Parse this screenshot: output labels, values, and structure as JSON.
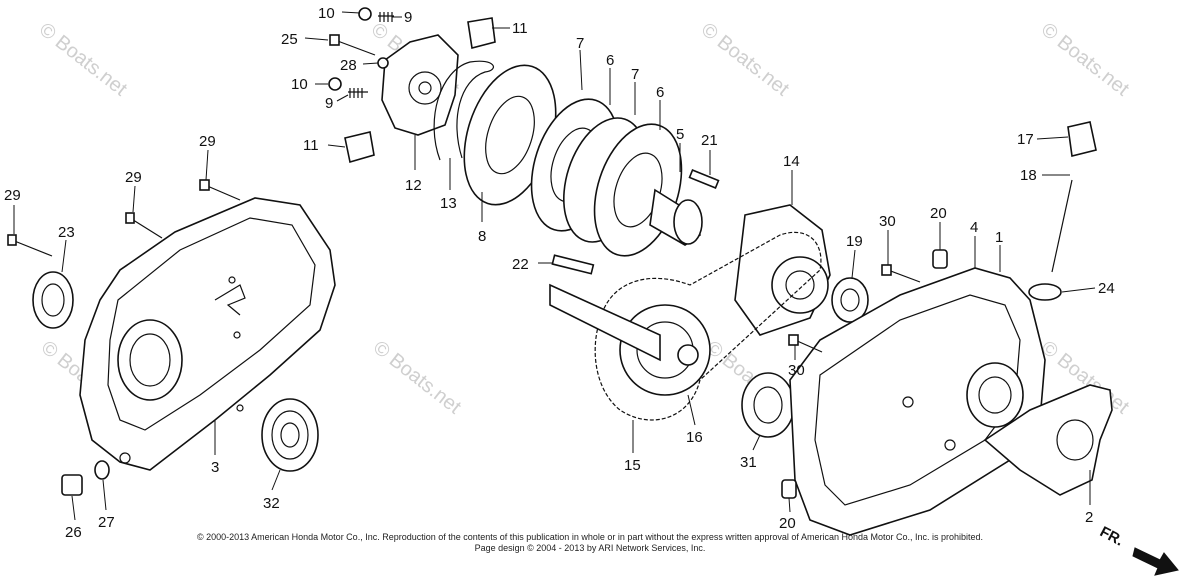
{
  "watermarks": [
    "© Boats.net",
    "© Boats.net",
    "© Boats.net",
    "© Boats.net",
    "© Boats.net",
    "© Boats.net",
    "© Boats.net",
    "© Boats.net"
  ],
  "callouts": [
    {
      "id": "c10a",
      "text": "10"
    },
    {
      "id": "c9a",
      "text": "9"
    },
    {
      "id": "c11a",
      "text": "11"
    },
    {
      "id": "c25",
      "text": "25"
    },
    {
      "id": "c28",
      "text": "28"
    },
    {
      "id": "c10b",
      "text": "10"
    },
    {
      "id": "c9b",
      "text": "9"
    },
    {
      "id": "c11b",
      "text": "11"
    },
    {
      "id": "c12",
      "text": "12"
    },
    {
      "id": "c13",
      "text": "13"
    },
    {
      "id": "c8",
      "text": "8"
    },
    {
      "id": "c7a",
      "text": "7"
    },
    {
      "id": "c6a",
      "text": "6"
    },
    {
      "id": "c7b",
      "text": "7"
    },
    {
      "id": "c6b",
      "text": "6"
    },
    {
      "id": "c5",
      "text": "5"
    },
    {
      "id": "c21",
      "text": "21"
    },
    {
      "id": "c14",
      "text": "14"
    },
    {
      "id": "c29a",
      "text": "29"
    },
    {
      "id": "c29b",
      "text": "29"
    },
    {
      "id": "c29c",
      "text": "29"
    },
    {
      "id": "c23",
      "text": "23"
    },
    {
      "id": "c22",
      "text": "22"
    },
    {
      "id": "c19",
      "text": "19"
    },
    {
      "id": "c30a",
      "text": "30"
    },
    {
      "id": "c20a",
      "text": "20"
    },
    {
      "id": "c4",
      "text": "4"
    },
    {
      "id": "c1",
      "text": "1"
    },
    {
      "id": "c17",
      "text": "17"
    },
    {
      "id": "c18",
      "text": "18"
    },
    {
      "id": "c24",
      "text": "24"
    },
    {
      "id": "c30b",
      "text": "30"
    },
    {
      "id": "c3",
      "text": "3"
    },
    {
      "id": "c32",
      "text": "32"
    },
    {
      "id": "c26",
      "text": "26"
    },
    {
      "id": "c27",
      "text": "27"
    },
    {
      "id": "c15",
      "text": "15"
    },
    {
      "id": "c16",
      "text": "16"
    },
    {
      "id": "c31",
      "text": "31"
    },
    {
      "id": "c20b",
      "text": "20"
    },
    {
      "id": "c2",
      "text": "2"
    }
  ],
  "direction_label": "FR.",
  "copyright": {
    "line1": "© 2000-2013 American Honda Motor Co., Inc. Reproduction of the contents of this publication in whole or in part without the express written approval of American Honda Motor Co., Inc. is prohibited.",
    "line2": "Page design © 2004 - 2013 by ARI Network Services, Inc."
  }
}
